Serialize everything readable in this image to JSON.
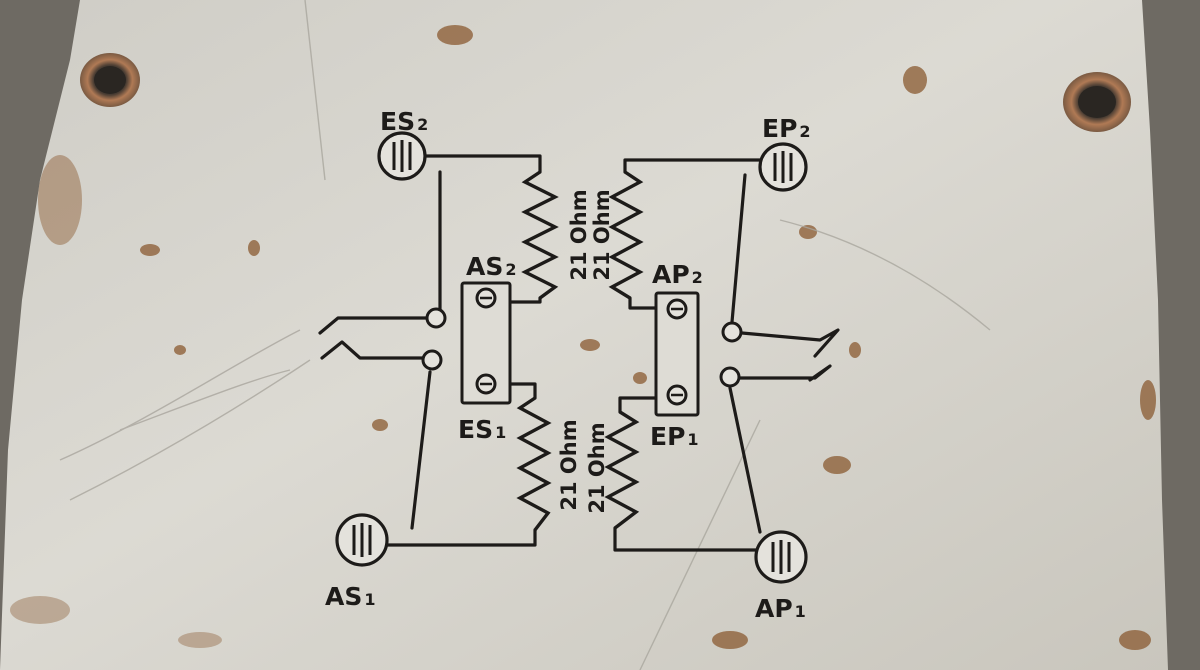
{
  "diagram": {
    "terminals": {
      "es2": {
        "main": "ES",
        "sub": "2"
      },
      "ep2": {
        "main": "EP",
        "sub": "2"
      },
      "as1": {
        "main": "AS",
        "sub": "1"
      },
      "ap1": {
        "main": "AP",
        "sub": "1"
      },
      "as2": {
        "main": "AS",
        "sub": "2"
      },
      "ap2": {
        "main": "AP",
        "sub": "2"
      },
      "es1": {
        "main": "ES",
        "sub": "1"
      },
      "ep1": {
        "main": "EP",
        "sub": "1"
      }
    },
    "resistors": {
      "upper_left": "21 Ohm",
      "upper_right": "21 Ohm",
      "lower_left": "21 Ohm",
      "lower_right": "21 Ohm"
    }
  },
  "colors": {
    "plate": "#d9d7d0",
    "ink": "#1d1b19",
    "rust": "#8a5a30",
    "pavement": "#6e6a63"
  }
}
